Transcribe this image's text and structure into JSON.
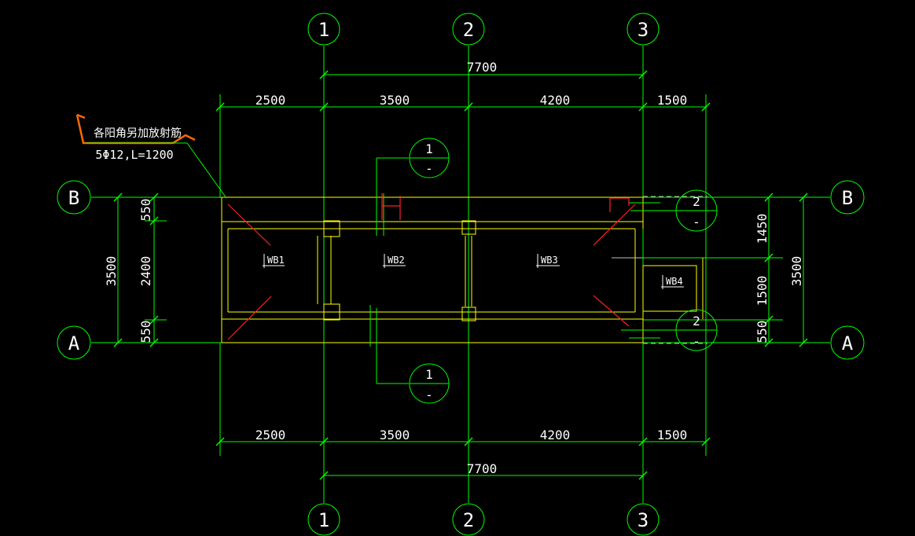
{
  "colors": {
    "background": "#000000",
    "grid": "#00ff00",
    "beam": "#ffff00",
    "rebar": "#ff2020",
    "text": "#ffffff",
    "leader": "#ff6a00",
    "hidden": "#c0c0c0"
  },
  "axes": {
    "columns": [
      "1",
      "2",
      "3"
    ],
    "rows": [
      "B",
      "A"
    ]
  },
  "dims": {
    "top_total": "7700",
    "top_segments": [
      "2500",
      "3500",
      "4200",
      "1500"
    ],
    "bottom_total": "7700",
    "bottom_segments": [
      "2500",
      "3500",
      "4200",
      "1500"
    ],
    "left_total": "3500",
    "left_segments": [
      "550",
      "2400",
      "550"
    ],
    "right_total": "3500",
    "right_segments": [
      "1450",
      "1500",
      "550"
    ]
  },
  "sections": {
    "top": {
      "num": "1",
      "ref": "-"
    },
    "bottom": {
      "num": "1",
      "ref": "-"
    },
    "right_top": {
      "num": "2",
      "ref": "-"
    },
    "right_bottom": {
      "num": "2",
      "ref": "-"
    }
  },
  "slabs": [
    "WB1",
    "WB2",
    "WB3",
    "WB4"
  ],
  "note": {
    "line1": "各阳角另加放射筋",
    "line2": "5Φ12,L=1200"
  }
}
